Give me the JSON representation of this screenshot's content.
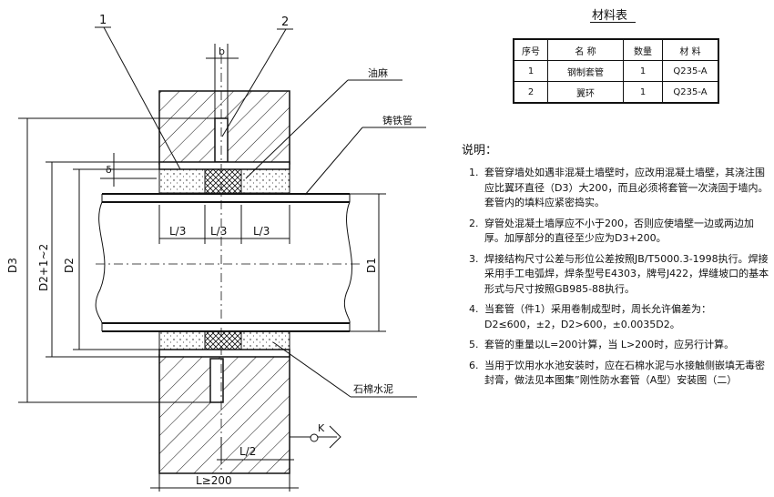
{
  "drawing": {
    "callouts": {
      "part1": "1",
      "part2": "2",
      "b": "b",
      "delta": "δ"
    },
    "labels": {
      "oakum": "油麻",
      "cast_iron_pipe": "铸铁管",
      "asbestos_cement": "石棉水泥",
      "third_left": "L/3",
      "third_mid": "L/3",
      "third_right": "L/3",
      "half": "L/2",
      "length": "L≥200",
      "d3": "D3",
      "d2_tol": "D2+1~2",
      "d2": "D2",
      "d1": "D1",
      "k": "K"
    }
  },
  "materials": {
    "title": "材料表",
    "headers": [
      "序号",
      "名 称",
      "数量",
      "材 料"
    ],
    "rows": [
      [
        "1",
        "钢制套管",
        "1",
        "Q235-A"
      ],
      [
        "2",
        "翼环",
        "1",
        "Q235-A"
      ]
    ]
  },
  "notes": {
    "title": "说明：",
    "items": [
      {
        "num": "1.",
        "text": "套管穿墙处如遇非混凝土墙壁时，应改用混凝土墙壁，其浇注围应比翼环直径（D3）大200，而且必须将套管一次浇固于墙内。套管内的填料应紧密捣实。"
      },
      {
        "num": "2.",
        "text": "穿管处混凝土墙厚应不小于200，否则应使墙壁一边或两边加厚。加厚部分的直径至少应为D3+200。"
      },
      {
        "num": "3.",
        "text": "焊接结构尺寸公差与形位公差按照JB/T5000.3-1998执行。焊接采用手工电弧焊，焊条型号E4303，牌号J422，焊缝坡口的基本形式与尺寸按照GB985-88执行。"
      },
      {
        "num": "4.",
        "text": "当套管（件1）采用卷制成型时，周长允许偏差为：D2≤600，±2，D2>600，±0.0035D2。"
      },
      {
        "num": "5.",
        "text": "套管的重量以L=200计算，当 L>200时，应另行计算。"
      },
      {
        "num": "6.",
        "text": "当用于饮用水水池安装时，应在石棉水泥与水接触侧嵌填无毒密封膏，做法见本图集”刚性防水套管（A型）安装图（二）"
      }
    ]
  }
}
